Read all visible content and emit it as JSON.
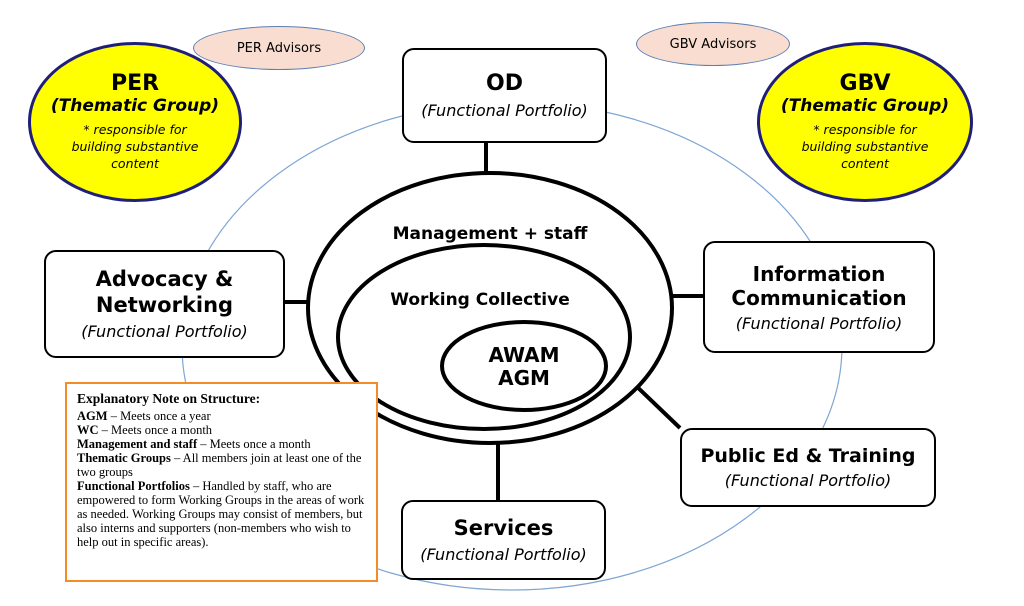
{
  "center": {
    "management_label": "Management + staff",
    "working_collective_label": "Working Collective",
    "awam_label_line1": "AWAM",
    "awam_label_line2": "AGM"
  },
  "portfolio_subtitle": "(Functional Portfolio)",
  "boxes": {
    "od": {
      "title": "OD",
      "subtitle": "(Functional Portfolio)"
    },
    "advocacy": {
      "title_line1": "Advocacy &",
      "title_line2": "Networking",
      "subtitle": "(Functional Portfolio)"
    },
    "information": {
      "title_line1": "Information",
      "title_line2": "Communication",
      "subtitle": "(Functional Portfolio)"
    },
    "public_ed": {
      "title": "Public Ed & Training",
      "subtitle": "(Functional Portfolio)"
    },
    "services": {
      "title": "Services",
      "subtitle": "(Functional Portfolio)"
    }
  },
  "thematic_groups": {
    "per": {
      "title": "PER",
      "subtitle": "(Thematic Group)",
      "note_line1": "* responsible for",
      "note_line2": "building substantive",
      "note_line3": "content",
      "advisor": "PER Advisors"
    },
    "gbv": {
      "title": "GBV",
      "subtitle": "(Thematic Group)",
      "note_line1": "* responsible for",
      "note_line2": "building substantive",
      "note_line3": "content",
      "advisor": "GBV Advisors"
    }
  },
  "explanatory_note": {
    "title": "Explanatory Note on Structure:",
    "items": [
      {
        "term": "AGM",
        "text": " – Meets once a year"
      },
      {
        "term": "WC",
        "text": " – Meets once a month"
      },
      {
        "term": "Management and staff",
        "text": " – Meets once a month"
      },
      {
        "term": "Thematic Groups",
        "text": " – All members join at least one of the two groups"
      },
      {
        "term": "Functional Portfolios",
        "text": " – Handled by staff, who are empowered to form Working Groups in the areas of work as needed. Working Groups may consist of members, but also interns and supporters (non-members who wish to help out in specific areas)."
      }
    ]
  },
  "colors": {
    "thematic_fill": "#ffff00",
    "thematic_border": "#1f1f7a",
    "advisor_fill": "#f8ddd0",
    "ring": "#7fa6d4",
    "note_border": "#f28c28"
  }
}
